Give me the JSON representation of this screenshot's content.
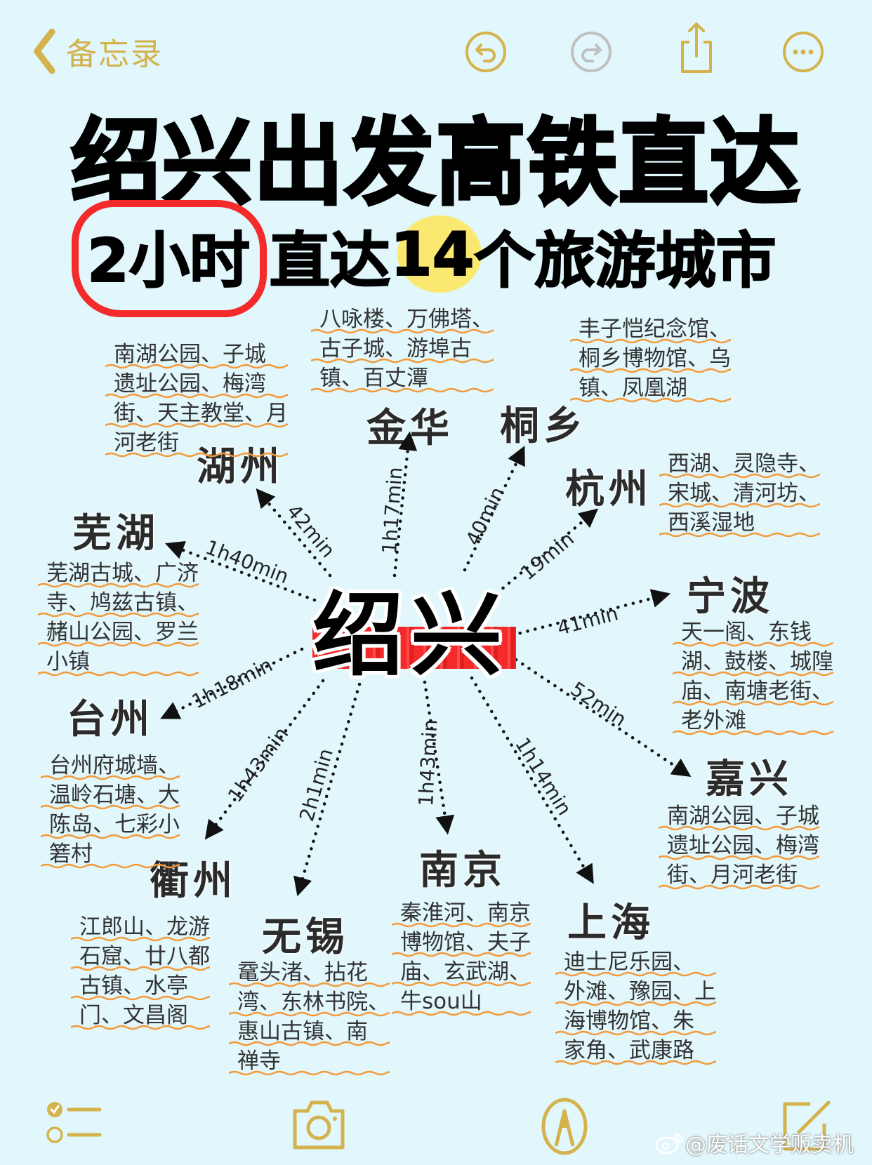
{
  "nav": {
    "back_label": "备忘录",
    "icons": [
      "undo-icon",
      "redo-icon",
      "share-icon",
      "more-icon"
    ]
  },
  "title": "绍兴出发高铁直达",
  "subtitle": {
    "circled": "2小时",
    "middle": "直达",
    "highlight": "14",
    "rest": "个旅游城市"
  },
  "center_city": "绍兴",
  "cities": [
    {
      "name": "湖州",
      "duration": "42min",
      "attractions": [
        "南湖公园、子城",
        "遗址公园、梅湾",
        "街、天主教堂、月",
        "河老街"
      ]
    },
    {
      "name": "金华",
      "duration": "1h17min",
      "attractions": [
        "八咏楼、万佛塔、",
        "古子城、游埠古",
        "镇、百丈潭"
      ]
    },
    {
      "name": "桐乡",
      "duration": "40min",
      "attractions": [
        "丰子恺纪念馆、",
        "桐乡博物馆、乌",
        "镇、凤凰湖"
      ]
    },
    {
      "name": "杭州",
      "duration": "19min",
      "attractions": [
        "西湖、灵隐寺、",
        "宋城、清河坊、",
        "西溪湿地"
      ]
    },
    {
      "name": "芜湖",
      "duration": "1h40min",
      "attractions": [
        "芜湖古城、广济",
        "寺、鸠兹古镇、",
        "赭山公园、罗兰",
        "小镇"
      ]
    },
    {
      "name": "宁波",
      "duration": "41min",
      "attractions": [
        "天一阁、东钱",
        "湖、鼓楼、城隍",
        "庙、南塘老街、",
        "老外滩"
      ]
    },
    {
      "name": "台州",
      "duration": "1h18min",
      "attractions": [
        "台州府城墙、",
        "温岭石塘、大",
        "陈岛、七彩小",
        "箬村"
      ]
    },
    {
      "name": "嘉兴",
      "duration": "52min",
      "attractions": [
        "南湖公园、子城",
        "遗址公园、梅湾",
        "街、月河老街"
      ]
    },
    {
      "name": "衢州",
      "duration": "1h43min",
      "attractions": [
        "江郎山、龙游",
        "石窟、廿八都",
        "古镇、水亭",
        "门、文昌阁"
      ]
    },
    {
      "name": "无锡",
      "duration": "2h1min",
      "attractions": [
        "鼋头渚、拈花",
        "湾、东林书院、",
        "惠山古镇、南",
        "禅寺"
      ]
    },
    {
      "name": "南京",
      "duration": "1h43min",
      "attractions": [
        "秦淮河、南京",
        "博物馆、夫子",
        "庙、玄武湖、",
        "牛sou山"
      ]
    },
    {
      "name": "上海",
      "duration": "1h14min",
      "attractions": [
        "迪士尼乐园、",
        "外滩、豫园、上",
        "海博物馆、朱",
        "家角、武康路"
      ]
    }
  ],
  "toolbar": {
    "icons": [
      "checklist-icon",
      "camera-icon",
      "markup-icon",
      "compose-icon"
    ]
  },
  "watermark": "@废话文学贩卖机",
  "colors": {
    "background": "#e1f7fc",
    "accent_gold": "#d4b24c",
    "redo_disabled": "#c0c0c0",
    "circle_red": "#f52a2a",
    "highlight_yellow": "#fbe871",
    "underline_orange": "#f39a3a"
  }
}
